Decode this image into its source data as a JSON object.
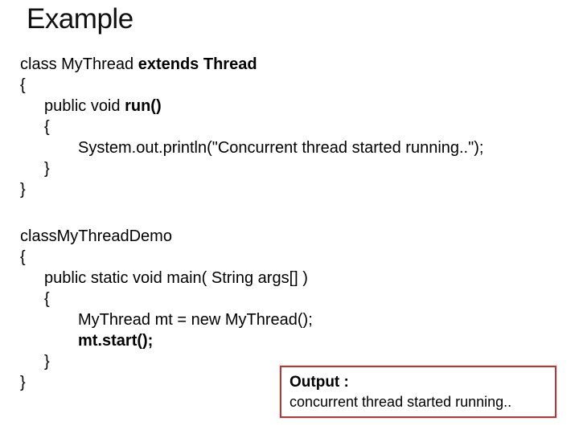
{
  "title": "Example",
  "code": {
    "lines": [
      {
        "indent": 0,
        "segments": [
          {
            "text": "class MyThread ",
            "bold": false
          },
          {
            "text": "extends Thread",
            "bold": true
          }
        ]
      },
      {
        "indent": 0,
        "segments": [
          {
            "text": "{",
            "bold": false
          }
        ]
      },
      {
        "indent": 1,
        "segments": [
          {
            "text": "public void ",
            "bold": false
          },
          {
            "text": "run()",
            "bold": true
          }
        ]
      },
      {
        "indent": 1,
        "segments": [
          {
            "text": "{",
            "bold": false
          }
        ]
      },
      {
        "indent": 2,
        "segments": [
          {
            "text": "System.out.println(\"Concurrent thread started running..\");",
            "bold": false
          }
        ]
      },
      {
        "indent": 1,
        "segments": [
          {
            "text": "}",
            "bold": false
          }
        ]
      },
      {
        "indent": 0,
        "segments": [
          {
            "text": "}",
            "bold": false
          }
        ]
      },
      {
        "indent": 0,
        "blank": true,
        "segments": []
      },
      {
        "indent": 0,
        "segments": [
          {
            "text": "classMyThreadDemo",
            "bold": false
          }
        ]
      },
      {
        "indent": 0,
        "segments": [
          {
            "text": "{",
            "bold": false
          }
        ]
      },
      {
        "indent": 1,
        "segments": [
          {
            "text": "public static void main( String args[] )",
            "bold": false
          }
        ]
      },
      {
        "indent": 1,
        "segments": [
          {
            "text": "{",
            "bold": false
          }
        ]
      },
      {
        "indent": 2,
        "segments": [
          {
            "text": "MyThread mt = new MyThread();",
            "bold": false
          }
        ]
      },
      {
        "indent": 2,
        "segments": [
          {
            "text": "mt.start();",
            "bold": true
          }
        ]
      },
      {
        "indent": 1,
        "segments": [
          {
            "text": "}",
            "bold": false
          }
        ]
      },
      {
        "indent": 0,
        "segments": [
          {
            "text": "}",
            "bold": false
          }
        ]
      }
    ]
  },
  "output_box": {
    "label": "Output :",
    "text": "concurrent thread started running..",
    "border_color": "#a04040"
  },
  "colors": {
    "background": "#ffffff",
    "text": "#000000"
  }
}
